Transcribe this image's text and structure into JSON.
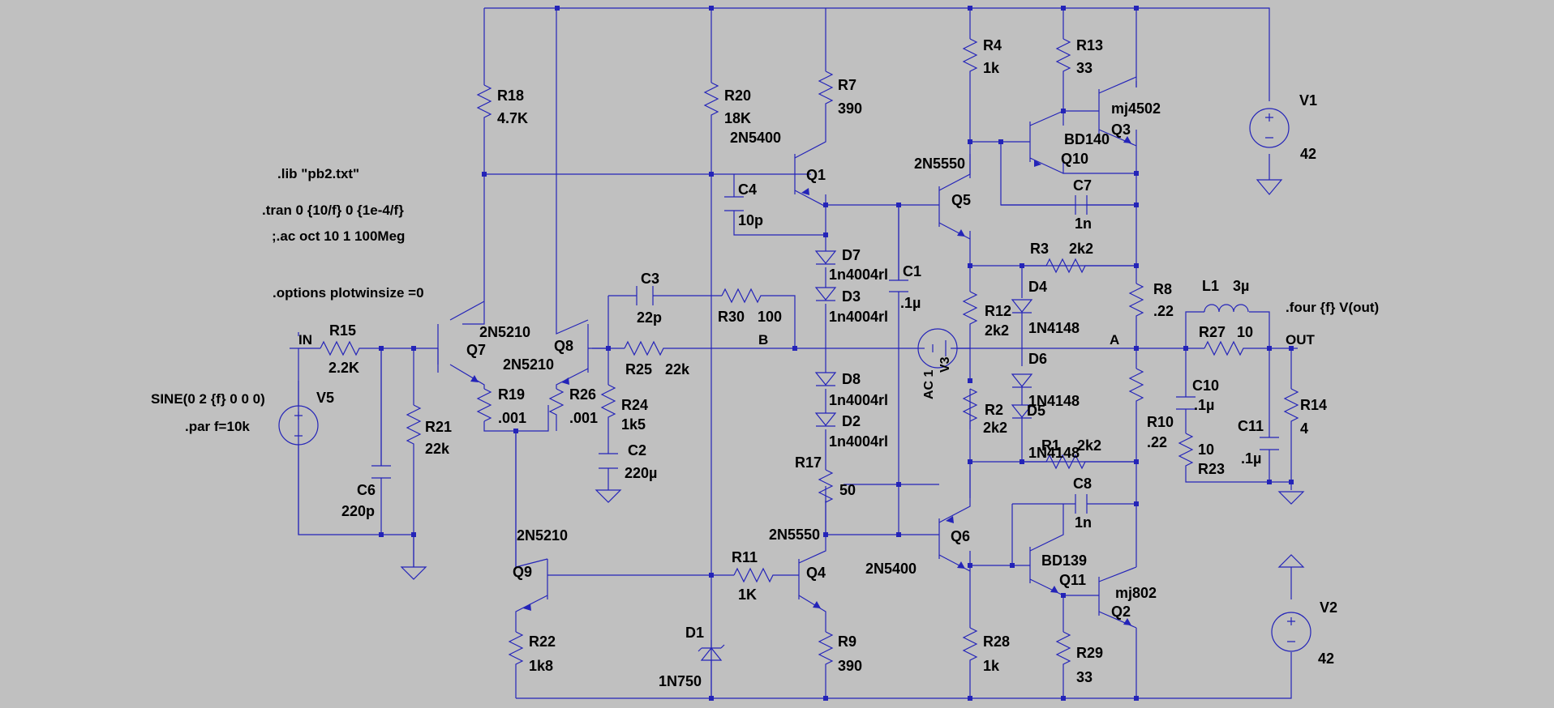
{
  "directives": {
    "lib": ".lib \"pb2.txt\"",
    "tran": ".tran 0 {10/f} 0 {1e-4/f}",
    "ac": ";.ac oct 10 1 100Meg",
    "options": ".options plotwinsize =0",
    "four": ".four {f} V(out)",
    "par": ".par f=10k",
    "sine": "SINE(0 2 {f} 0 0 0)"
  },
  "nets": {
    "in": "IN",
    "b": "B",
    "a": "A",
    "out": "OUT"
  },
  "components": {
    "R18": {
      "name": "R18",
      "value": "4.7K"
    },
    "R20": {
      "name": "R20",
      "value": "18K"
    },
    "R7": {
      "name": "R7",
      "value": "390"
    },
    "R4": {
      "name": "R4",
      "value": "1k"
    },
    "R13": {
      "name": "R13",
      "value": "33"
    },
    "R15": {
      "name": "R15",
      "value": "2.2K"
    },
    "R21": {
      "name": "R21",
      "value": "22k"
    },
    "R19": {
      "name": "R19",
      "value": ".001"
    },
    "R26": {
      "name": "R26",
      "value": ".001"
    },
    "R24": {
      "name": "R24",
      "value": "1k5"
    },
    "R25": {
      "name": "R25",
      "value": "22k"
    },
    "R30": {
      "name": "R30",
      "value": "100"
    },
    "R12": {
      "name": "R12",
      "value": "2k2"
    },
    "R2": {
      "name": "R2",
      "value": "2k2"
    },
    "R3": {
      "name": "R3",
      "value": "2k2"
    },
    "R1": {
      "name": "R1",
      "value": "2k2"
    },
    "R8": {
      "name": "R8",
      "value": ".22"
    },
    "R10": {
      "name": "R10",
      "value": ".22"
    },
    "R27": {
      "name": "R27",
      "value": "10"
    },
    "R23": {
      "name": "R23",
      "value": "10"
    },
    "R14": {
      "name": "R14",
      "value": "4"
    },
    "R17": {
      "name": "R17",
      "value": "50"
    },
    "R22": {
      "name": "R22",
      "value": "1k8"
    },
    "R11": {
      "name": "R11",
      "value": "1K"
    },
    "R9": {
      "name": "R9",
      "value": "390"
    },
    "R28": {
      "name": "R28",
      "value": "1k"
    },
    "R29": {
      "name": "R29",
      "value": "33"
    },
    "C1": {
      "name": "C1",
      "value": ".1µ"
    },
    "C2": {
      "name": "C2",
      "value": "220µ"
    },
    "C3": {
      "name": "C3",
      "value": "22p"
    },
    "C4": {
      "name": "C4",
      "value": "10p"
    },
    "C6": {
      "name": "C6",
      "value": "220p"
    },
    "C7": {
      "name": "C7",
      "value": "1n"
    },
    "C8": {
      "name": "C8",
      "value": "1n"
    },
    "C10": {
      "name": "C10",
      "value": ".1µ"
    },
    "C11": {
      "name": "C11",
      "value": ".1µ"
    },
    "L1": {
      "name": "L1",
      "value": "3µ"
    },
    "D1": {
      "name": "D1",
      "value": "1N750"
    },
    "D2": {
      "name": "D2",
      "value": "1n4004rl"
    },
    "D3": {
      "name": "D3",
      "value": "1n4004rl"
    },
    "D7": {
      "name": "D7",
      "value": "1n4004rl"
    },
    "D8": {
      "name": "D8",
      "value": "1n4004rl"
    },
    "D4": {
      "name": "D4",
      "value": "1N4148"
    },
    "D5": {
      "name": "D5",
      "value": "1N4148"
    },
    "D6": {
      "name": "D6",
      "value": "1N4148"
    },
    "Q1": {
      "name": "Q1",
      "model": "2N5400"
    },
    "Q2": {
      "name": "Q2",
      "model": "mj802"
    },
    "Q3": {
      "name": "Q3",
      "model": "mj4502"
    },
    "Q4": {
      "name": "Q4",
      "model": "2N5550"
    },
    "Q5": {
      "name": "Q5",
      "model": "2N5550"
    },
    "Q6": {
      "name": "Q6",
      "model": "2N5400"
    },
    "Q7": {
      "name": "Q7",
      "model": "2N5210"
    },
    "Q8": {
      "name": "Q8",
      "model": "2N5210"
    },
    "Q9": {
      "name": "Q9",
      "model": "2N5210"
    },
    "Q10": {
      "name": "Q10",
      "model": "BD140"
    },
    "Q11": {
      "name": "Q11",
      "model": "BD139"
    },
    "V1": {
      "name": "V1",
      "value": "42"
    },
    "V2": {
      "name": "V2",
      "value": "42"
    },
    "V3": {
      "name": "V3",
      "value": "AC 1"
    },
    "V5": {
      "name": "V5"
    }
  },
  "colors": {
    "background": "#c0c0c0",
    "wire": "#2424b8",
    "text": "#000000"
  }
}
